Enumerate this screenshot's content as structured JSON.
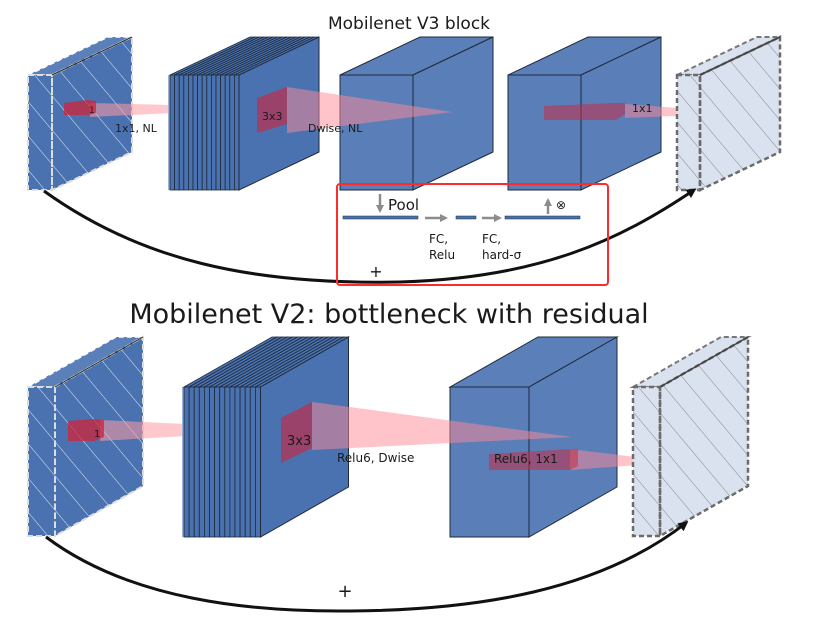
{
  "colors": {
    "block_front": "#4a72b0",
    "block_side": "#5a7fb8",
    "block_top": "#5b80b9",
    "edge": "#1f2a3a",
    "output_fill": "#dbe2ef",
    "output_dash": "#6b6b6b",
    "kernel_red": "#d0233a",
    "kernel_beam": "#ff8a95",
    "se_box_border": "#ff2a2a",
    "arrow_gray": "#8c8c8c",
    "residual_arrow": "#111111"
  },
  "v3": {
    "title": "Mobilenet V3 block",
    "labels": {
      "input_kernel": "1",
      "expand": "1x1, NL",
      "dwise_kernel": "3x3",
      "dwise": "Dwise, NL",
      "project_kernel": "1x1"
    },
    "se_module": {
      "pool": "Pool",
      "fc1_line1": "FC,",
      "fc1_line2": "Relu",
      "fc2_line1": "FC,",
      "fc2_line2": "hard-σ",
      "multiply": "⊗"
    },
    "residual_symbol": "+"
  },
  "v2": {
    "title": "Mobilenet V2: bottleneck with residual",
    "labels": {
      "input_kernel": "1",
      "dwise_kernel": "3x3",
      "dwise": "Relu6, Dwise",
      "project": "Relu6, 1x1"
    },
    "residual_symbol": "+"
  }
}
